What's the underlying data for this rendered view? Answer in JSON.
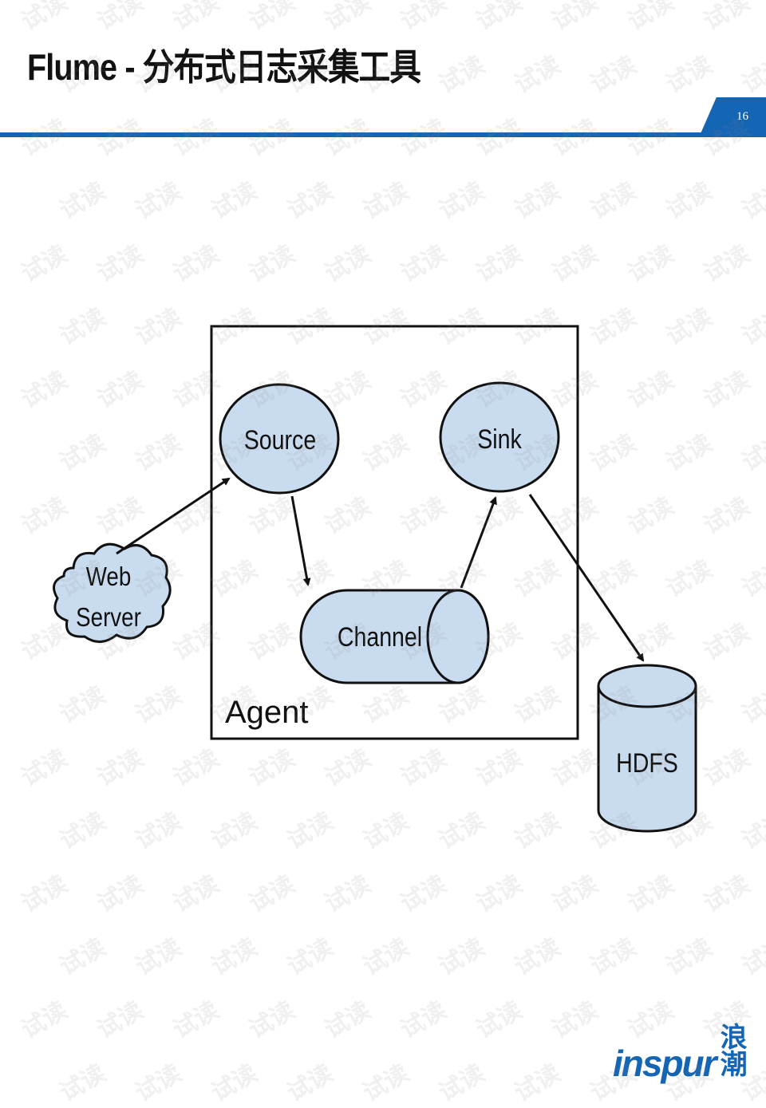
{
  "slide": {
    "title": "Flume - 分布式日志采集工具",
    "page_number": "16"
  },
  "watermark": {
    "text": "试读"
  },
  "diagram": {
    "nodes": {
      "web_server": [
        "Web",
        "Server"
      ],
      "agent": "Agent",
      "source": "Source",
      "sink": "Sink",
      "channel": "Channel",
      "hdfs": "HDFS"
    },
    "fill_color": "#c9dcef",
    "stroke_color": "#111111"
  },
  "logo": {
    "wordmark": "inspur",
    "chinese": "浪潮"
  },
  "colors": {
    "accent": "#1565b5"
  }
}
